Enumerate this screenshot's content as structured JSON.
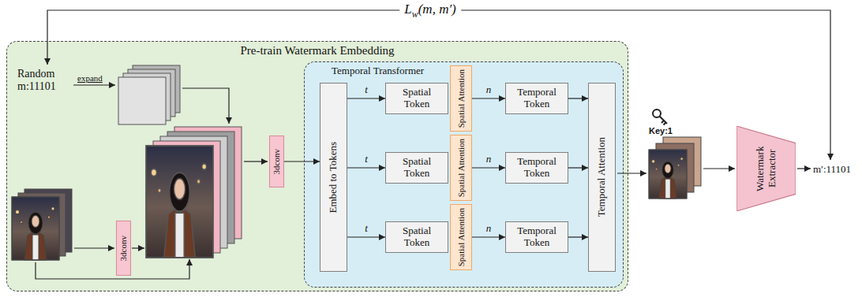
{
  "diagram": {
    "nodes": [
      {
        "text": [
          "Pre-train Watermark Embedding"
        ]
      },
      {
        "text": [
          "3dconv"
        ],
        "in": 0
      },
      {
        "text": [
          "3dconv"
        ],
        "in": 0
      },
      {
        "text": [
          "Temporal Transformer"
        ],
        "in": 0
      },
      {
        "text": [
          "Embed to Tokens"
        ],
        "in": 3
      },
      {
        "text": [
          "Spatial Token"
        ],
        "in": 3
      },
      {
        "text": [
          "Spatial Attention"
        ],
        "in": 3
      },
      {
        "text": [
          "Temporal Token"
        ],
        "in": 3
      },
      {
        "text": [
          "Spatial Token"
        ],
        "in": 3
      },
      {
        "text": [
          "Spatial Attention"
        ],
        "in": 3
      },
      {
        "text": [
          "Temporal Token"
        ],
        "in": 3
      },
      {
        "text": [
          "Spatial Token"
        ],
        "in": 3
      },
      {
        "text": [
          "Spatial Attention"
        ],
        "in": 3
      },
      {
        "text": [
          "Temporal Token"
        ],
        "in": 3
      },
      {
        "text": [
          "Temporal Attention"
        ],
        "in": 3
      },
      {
        "text": [
          "Watermark Extractor"
        ]
      }
    ],
    "edges": [
      {
        "from": 2,
        "to": 4,
        "arrow": "to"
      },
      {
        "from": 4,
        "to": 5,
        "label": "t",
        "arrow": "to"
      },
      {
        "from": 4,
        "to": 8,
        "label": "t",
        "arrow": "to"
      },
      {
        "from": 4,
        "to": 11,
        "label": "t",
        "arrow": "to"
      },
      {
        "from": 6,
        "to": 7,
        "label": "n",
        "arrow": "to"
      },
      {
        "from": 9,
        "to": 10,
        "label": "n",
        "arrow": "to"
      },
      {
        "from": 12,
        "to": 13,
        "label": "n",
        "arrow": "to"
      },
      {
        "from": 7,
        "to": 14,
        "arrow": "to"
      },
      {
        "from": 10,
        "to": 14,
        "arrow": "to"
      },
      {
        "from": 13,
        "to": 14,
        "arrow": "to"
      }
    ],
    "labels": [
      "L",
      "w",
      "(m, m′)",
      "Random",
      "m:11101",
      "expand",
      "Key:1",
      "m′:11101"
    ]
  }
}
